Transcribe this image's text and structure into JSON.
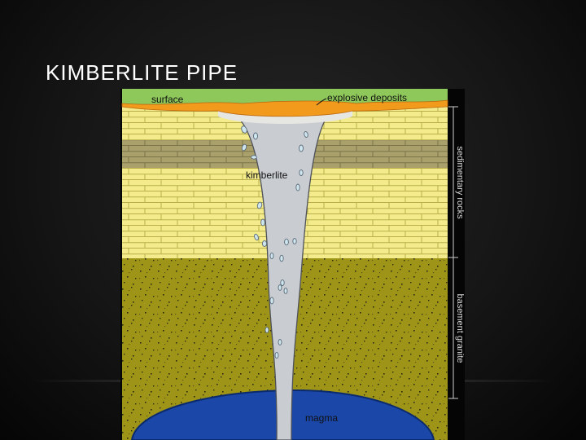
{
  "slide": {
    "title": "KIMBERLITE PIPE"
  },
  "diagram": {
    "labels": {
      "surface": "surface",
      "explosive_deposits": "explosive deposits",
      "kimberlite": "kimberlite",
      "magma": "magma",
      "sedimentary_rocks": "sedimentary rocks",
      "basement_granite": "basement granite"
    },
    "colors": {
      "surface_green": "#8fc85a",
      "explosive_orange": "#f29a1c",
      "sedimentary_yellow": "#f4ec8c",
      "shale_band": "#a9a06c",
      "granite_olive": "#9e9418",
      "kimberlite_gray": "#c9ccd1",
      "magma_blue": "#1a47a8"
    }
  }
}
